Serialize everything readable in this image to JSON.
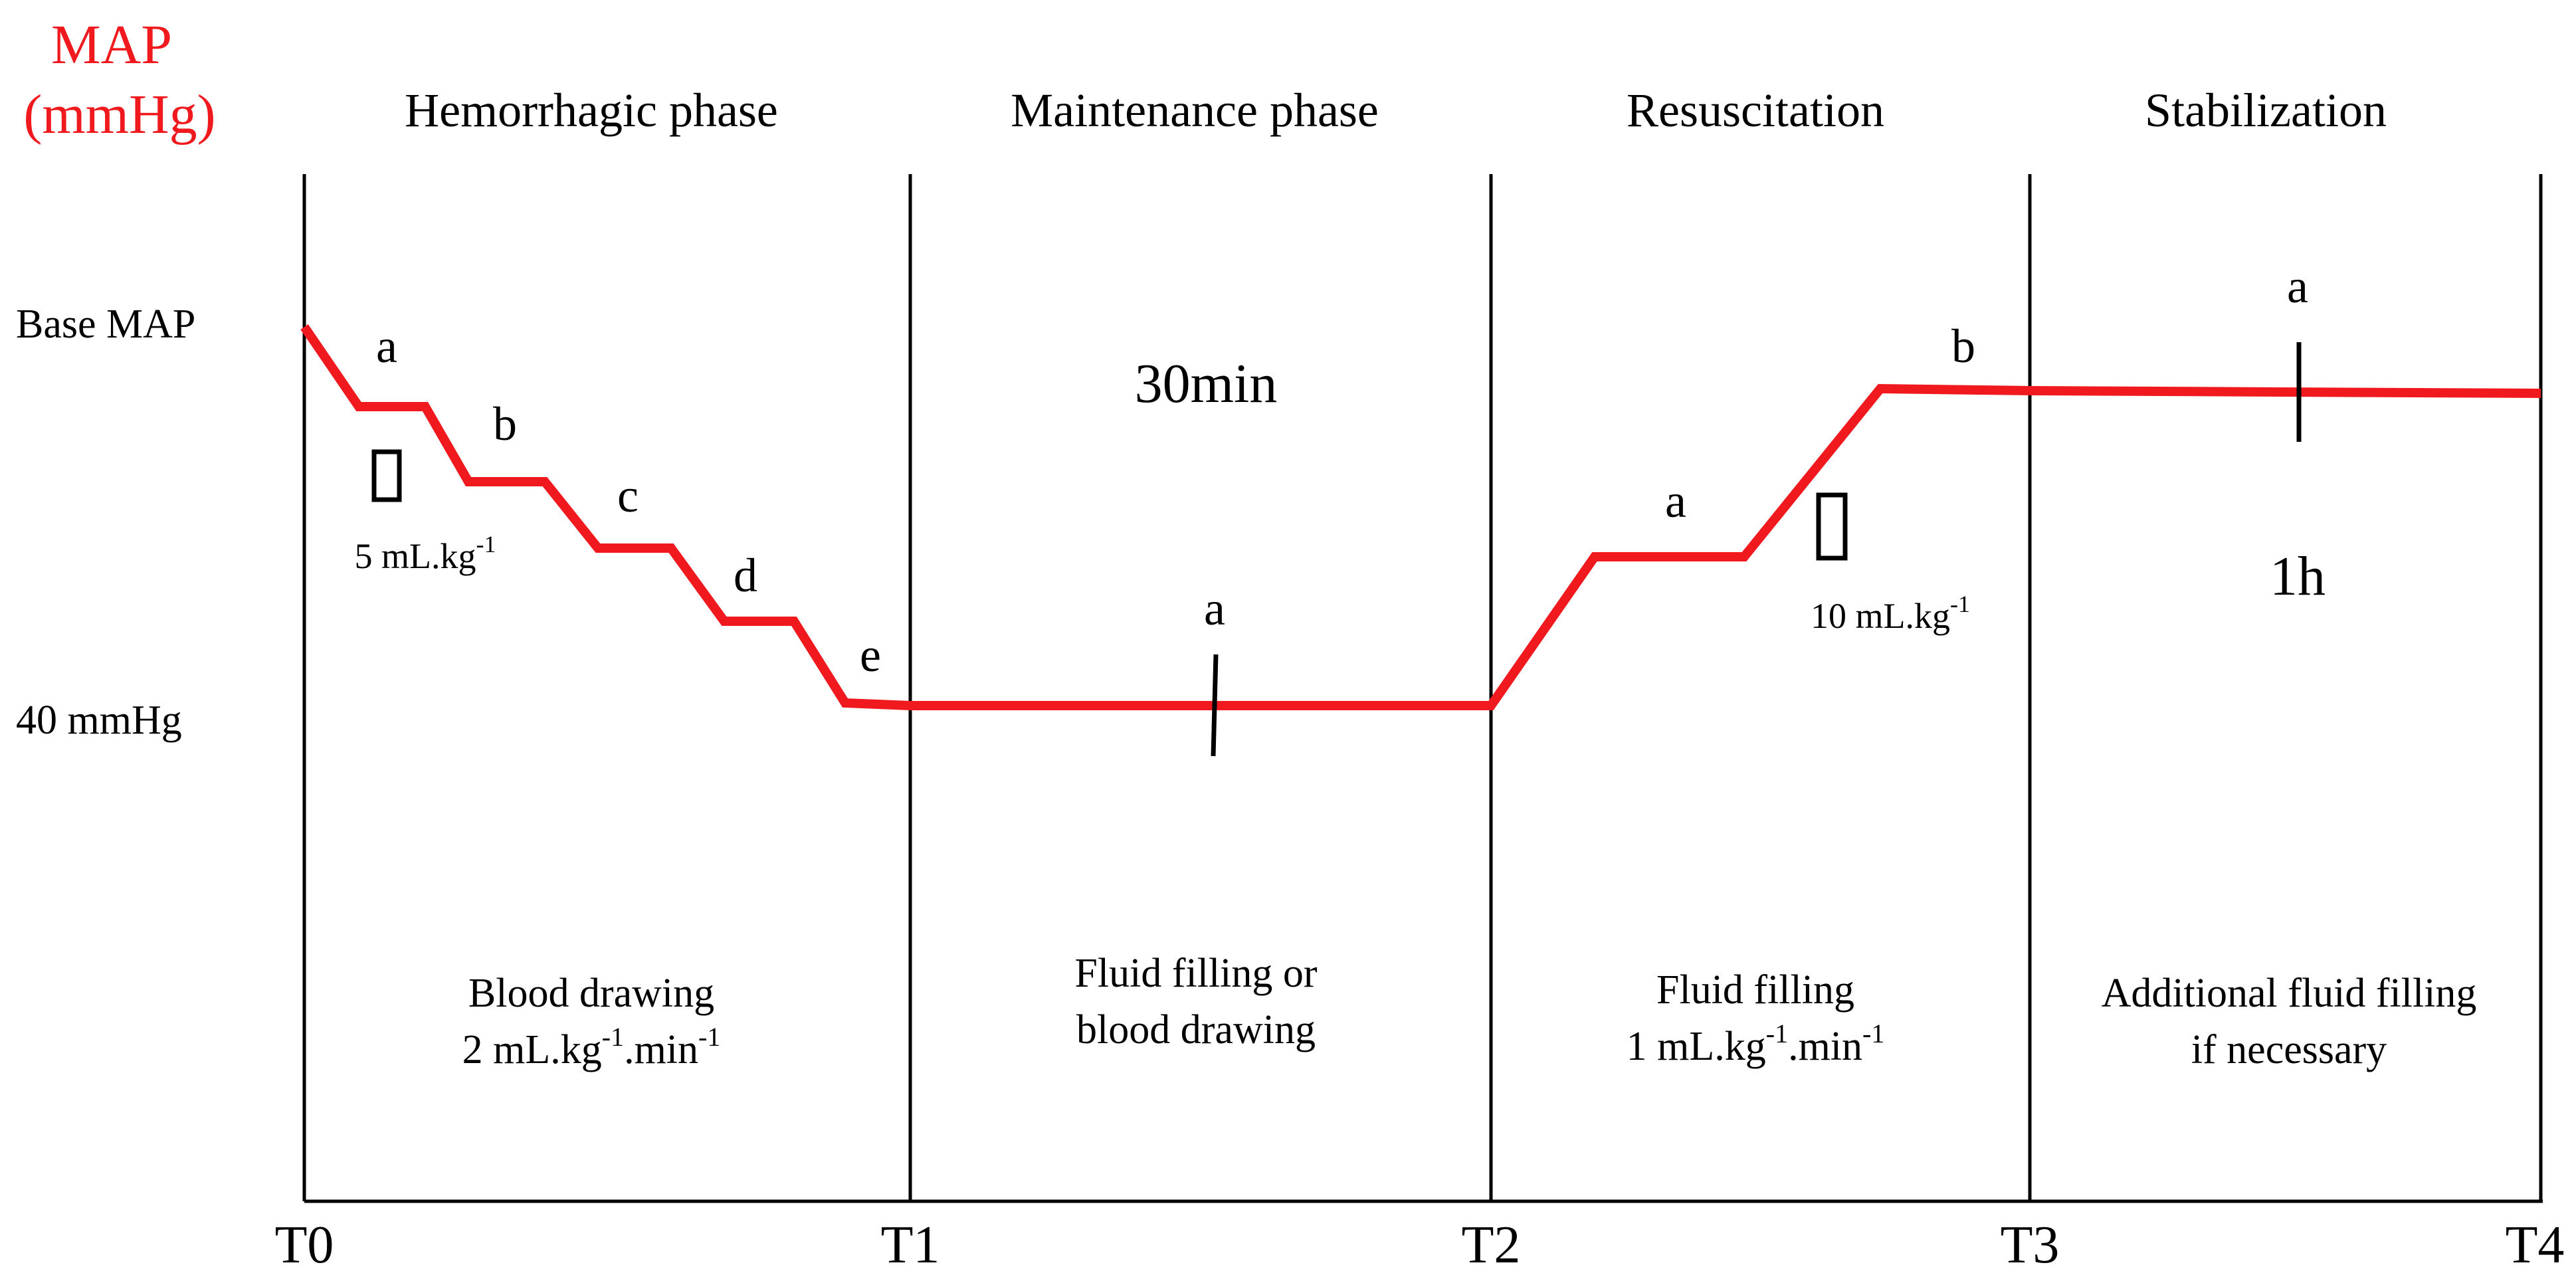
{
  "axis": {
    "y_title_line1": "MAP",
    "y_title_line2": "(mmHg)",
    "y_title_color": "#f0191e",
    "y_tick_base": "Base MAP",
    "y_tick_40": "40 mmHg",
    "x_ticks": [
      "T0",
      "T1",
      "T2",
      "T3",
      "T4"
    ]
  },
  "phases": [
    {
      "title": "Hemorrhagic phase",
      "desc_line1": "Blood drawing",
      "desc_line2_pre": "2 mL.kg",
      "desc_line2_sup1": "-1",
      "desc_line2_mid": ".min",
      "desc_line2_sup2": "-1",
      "step_labels": [
        "a",
        "b",
        "c",
        "d",
        "e"
      ],
      "bag_label_pre": "5 mL.kg",
      "bag_label_sup": "-1"
    },
    {
      "title": "Maintenance phase",
      "duration": "30min",
      "step_label": "a",
      "desc_line1": "Fluid filling or",
      "desc_line2": "blood drawing"
    },
    {
      "title": "Resuscitation",
      "step_labels": [
        "a",
        "b"
      ],
      "bag_label_pre": "10 mL.kg",
      "bag_label_sup": "-1",
      "desc_line1": "Fluid filling",
      "desc_line2_pre": "1 mL.kg",
      "desc_line2_sup1": "-1",
      "desc_line2_mid": ".min",
      "desc_line2_sup2": "-1"
    },
    {
      "title": "Stabilization",
      "step_label": "a",
      "duration": "1h",
      "desc_line1": "Additional fluid filling",
      "desc_line2": "if necessary"
    }
  ],
  "colors": {
    "map_curve": "#f0191e",
    "lines": "#000000"
  }
}
